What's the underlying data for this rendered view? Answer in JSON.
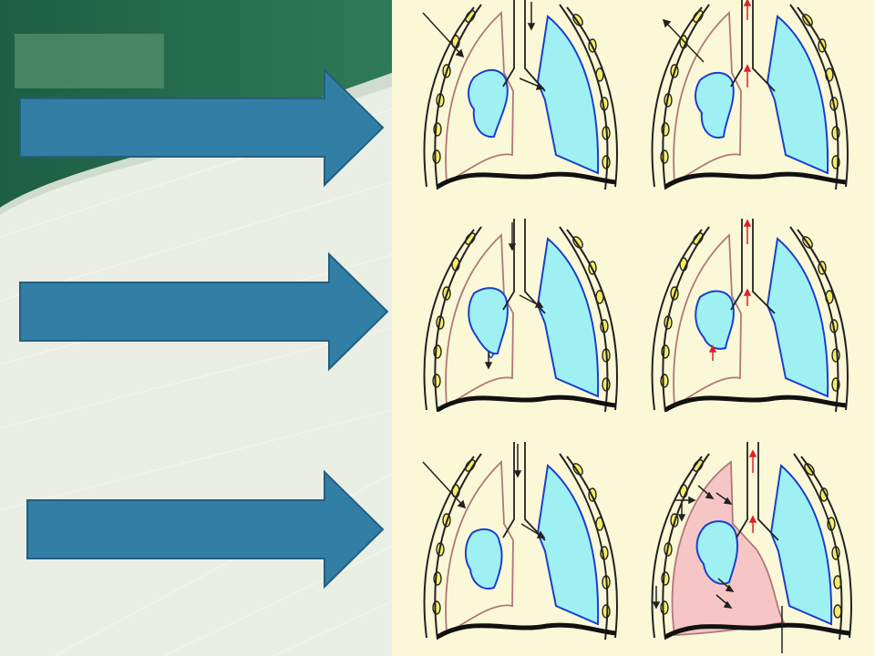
{
  "slide": {
    "title": "",
    "colors": {
      "banner_dark": "#1d5e45",
      "banner_mid": "#2f7a57",
      "paper_bg": "#e9efe4",
      "arrow_fill": "#327fa6",
      "arrow_stroke": "#235f80",
      "diagram_bg": "#fbf8d7",
      "lung_fill": "#9ff0f3",
      "lung_outline": "#1a3fd0",
      "pleura_outline": "#b07878",
      "rib_fill": "#f5ec65",
      "effusion_fill": "#f6c6c6",
      "arrow_black": "#222222",
      "arrow_red": "#e21f26"
    }
  },
  "arrows": [
    {
      "label": "",
      "row": 1
    },
    {
      "label": "",
      "row": 2
    },
    {
      "label": "",
      "row": 3
    }
  ],
  "diagrams": [
    {
      "row": 1,
      "phase": "inspiration",
      "variant": "closed"
    },
    {
      "row": 1,
      "phase": "expiration",
      "variant": "closed"
    },
    {
      "row": 2,
      "phase": "inspiration",
      "variant": "open"
    },
    {
      "row": 2,
      "phase": "expiration",
      "variant": "open"
    },
    {
      "row": 3,
      "phase": "inspiration",
      "variant": "valve"
    },
    {
      "row": 3,
      "phase": "expiration",
      "variant": "valve"
    }
  ]
}
